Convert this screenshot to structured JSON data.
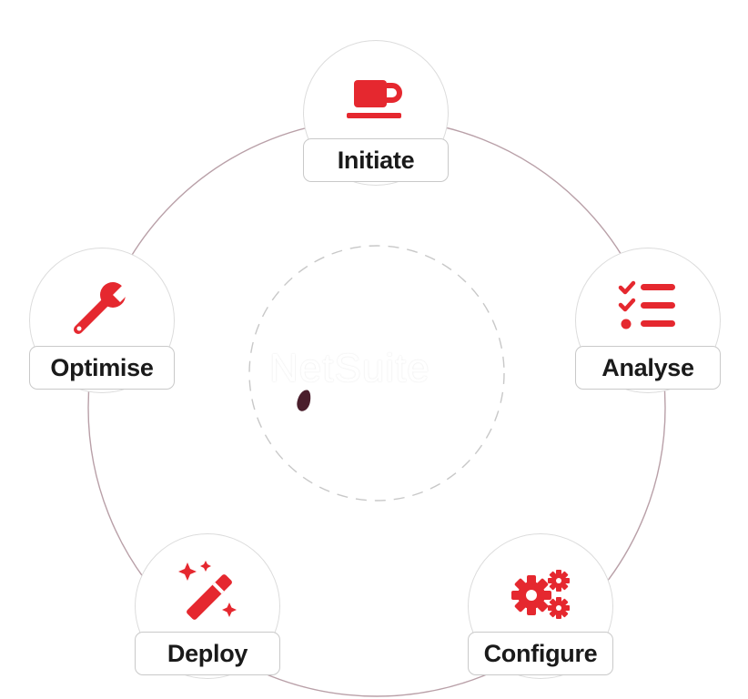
{
  "brand": {
    "logo_text": "NetSuite"
  },
  "colors": {
    "accent": "#e5282f",
    "ring": "#b9a0a8",
    "text": "#1a1a1a",
    "border": "#c9c9c9"
  },
  "stages": [
    {
      "label": "Initiate",
      "icon": "coffee-cup-icon"
    },
    {
      "label": "Analyse",
      "icon": "checklist-icon"
    },
    {
      "label": "Configure",
      "icon": "gears-icon"
    },
    {
      "label": "Deploy",
      "icon": "magic-wand-icon"
    },
    {
      "label": "Optimise",
      "icon": "wrench-icon"
    }
  ]
}
